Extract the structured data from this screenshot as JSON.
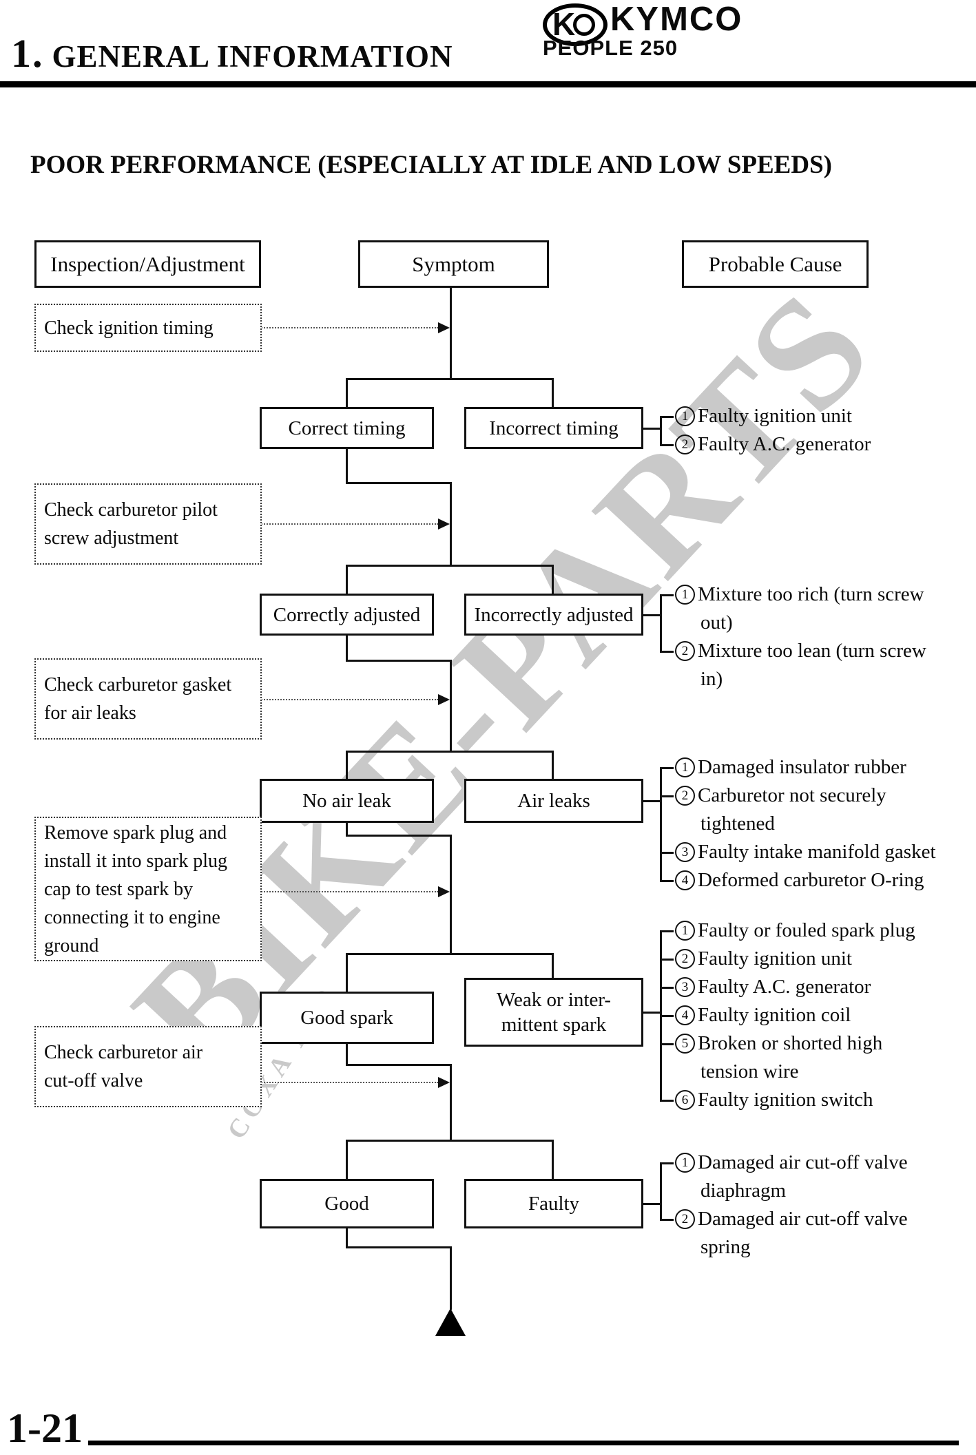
{
  "page": {
    "chapter": "1.",
    "chapter_title": "GENERAL INFORMATION",
    "brand": "KYMCO",
    "model": "PEOPLE 250",
    "section_title": "POOR PERFORMANCE (ESPECIALLY AT IDLE AND LOW SPEEDS)",
    "page_number": "1-21"
  },
  "columns": {
    "inspection": "Inspection/Adjustment",
    "symptom": "Symptom",
    "cause": "Probable Cause"
  },
  "watermark": {
    "big": "BIKE-PARTS",
    "small": "COXA LTD",
    "color": "#c9c9c9"
  },
  "colors": {
    "ink": "#111111",
    "watermark": "#c9c9c9"
  },
  "flow": {
    "sections": [
      {
        "inspection": [
          "Check ignition timing"
        ],
        "left": "Correct timing",
        "right": "Incorrect timing",
        "causes": [
          {
            "n": "1",
            "lines": [
              "Faulty ignition unit"
            ]
          },
          {
            "n": "2",
            "lines": [
              "Faulty A.C. generator"
            ]
          }
        ]
      },
      {
        "inspection": [
          "Check carburetor pilot",
          "screw adjustment"
        ],
        "left": "Correctly adjusted",
        "right": "Incorrectly adjusted",
        "causes": [
          {
            "n": "1",
            "lines": [
              "Mixture too rich (turn screw",
              "out)"
            ]
          },
          {
            "n": "2",
            "lines": [
              "Mixture too lean (turn screw",
              "in)"
            ]
          }
        ]
      },
      {
        "inspection": [
          "Check carburetor gasket",
          "for air leaks"
        ],
        "left": "No air leak",
        "right": "Air leaks",
        "causes": [
          {
            "n": "1",
            "lines": [
              "Damaged insulator rubber"
            ]
          },
          {
            "n": "2",
            "lines": [
              "Carburetor not securely",
              "tightened"
            ]
          },
          {
            "n": "3",
            "lines": [
              "Faulty intake manifold gasket"
            ]
          },
          {
            "n": "4",
            "lines": [
              "Deformed carburetor O-ring"
            ]
          }
        ]
      },
      {
        "inspection": [
          "Remove spark plug and",
          "install it into spark plug",
          "cap to test spark by",
          "connecting it to engine",
          "ground"
        ],
        "left": "Good spark",
        "right": [
          "Weak or inter-",
          "mittent spark"
        ],
        "causes": [
          {
            "n": "1",
            "lines": [
              "Faulty or fouled spark plug"
            ]
          },
          {
            "n": "2",
            "lines": [
              "Faulty ignition unit"
            ]
          },
          {
            "n": "3",
            "lines": [
              "Faulty A.C. generator"
            ]
          },
          {
            "n": "4",
            "lines": [
              "Faulty ignition coil"
            ]
          },
          {
            "n": "5",
            "lines": [
              "Broken or shorted high",
              "tension wire"
            ]
          },
          {
            "n": "6",
            "lines": [
              "Faulty ignition switch"
            ]
          }
        ]
      },
      {
        "inspection": [
          "Check carburetor air",
          "cut-off valve"
        ],
        "left": "Good",
        "right": "Faulty",
        "causes": [
          {
            "n": "1",
            "lines": [
              "Damaged air cut-off valve",
              "diaphragm"
            ]
          },
          {
            "n": "2",
            "lines": [
              "Damaged air cut-off valve",
              "spring"
            ]
          }
        ]
      }
    ]
  }
}
